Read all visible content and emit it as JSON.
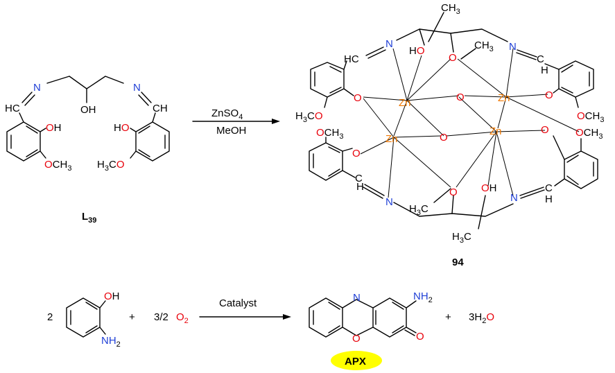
{
  "reaction1": {
    "reagent": "ZnSO",
    "reagent_sub": "4",
    "solvent": "MeOH",
    "ligand_label": "L",
    "ligand_label_sub": "39",
    "product_label": "94"
  },
  "reaction2": {
    "coeff_aminophenol": "2",
    "plus1": "+",
    "o2_coeff": "3/2",
    "o2": "O",
    "o2_sub": "2",
    "catalyst": "Catalyst",
    "plus2": "+",
    "water_coeff": "3H",
    "water_sub": "2",
    "water_o": "O",
    "product_label": "APX"
  },
  "atoms": {
    "oh": "OH",
    "ho": "HO",
    "och3": "OCH",
    "h3co": "H",
    "co_suffix": "CO",
    "three": "3",
    "n": "N",
    "nh2": "NH",
    "two": "2",
    "hc": "HC",
    "h": "H",
    "o": "O",
    "zn": "Zn",
    "ch3": "CH",
    "h3c": "H",
    "c": "C"
  },
  "colors": {
    "oxygen": "#e8000a",
    "nitrogen": "#1f3fd6",
    "zinc": "#f07800",
    "apx_badge": "#ffff00"
  }
}
